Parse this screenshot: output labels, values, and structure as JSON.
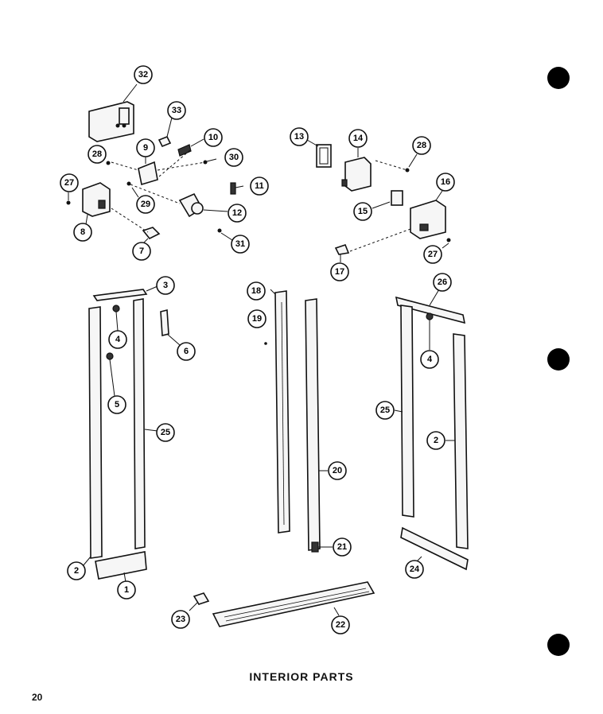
{
  "title": "INTERIOR PARTS",
  "page_number": "20",
  "callouts": [
    "1",
    "2",
    "3",
    "4",
    "5",
    "6",
    "7",
    "8",
    "9",
    "10",
    "11",
    "12",
    "13",
    "14",
    "15",
    "16",
    "17",
    "18",
    "19",
    "20",
    "21",
    "22",
    "23",
    "24",
    "25",
    "26",
    "27",
    "28",
    "29",
    "30",
    "31",
    "32",
    "33"
  ]
}
